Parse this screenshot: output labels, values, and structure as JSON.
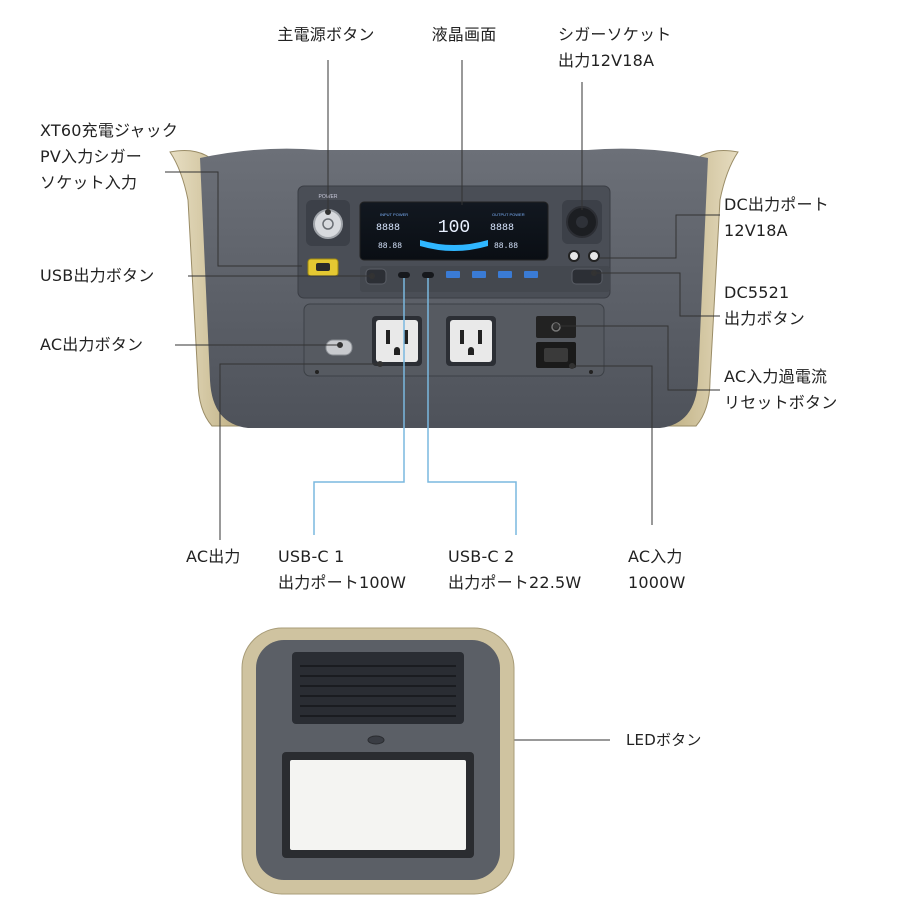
{
  "labels": {
    "main_power_button": "主電源ボタン",
    "lcd_screen": "液晶画面",
    "cigar_socket": {
      "line1": "シガーソケット",
      "line2": "出力12V18A"
    },
    "xt60_jack": {
      "line1": "XT60充電ジャック",
      "line2": "PV入力シガー",
      "line3": "ソケット入力"
    },
    "dc_output_port": {
      "line1": "DC出力ポート",
      "line2": "12V18A"
    },
    "usb_output_button": "USB出力ボタン",
    "dc5521_button": {
      "line1": "DC5521",
      "line2": "出力ボタン"
    },
    "ac_output_button": "AC出力ボタン",
    "ac_input_reset": {
      "line1": "AC入力過電流",
      "line2": "リセットボタン"
    },
    "ac_output": "AC出力",
    "usb_c1": {
      "line1": "USB-C 1",
      "line2": "出力ポート100W"
    },
    "usb_c2": {
      "line1": "USB-C 2",
      "line2": "出力ポート22.5W"
    },
    "ac_input": {
      "line1": "AC入力",
      "line2": "1000W"
    },
    "led_button": "LEDボタン"
  },
  "device": {
    "power_label": "POWER",
    "lcd_center": "100",
    "lcd_input": "8888",
    "lcd_output": "8888",
    "lcd_small_left": "88.88",
    "lcd_small_right": "88.88",
    "lcd_input_label": "INPUT POWER",
    "lcd_output_label": "OUTPUT POWER"
  },
  "colors": {
    "body": "#5c6068",
    "frame": "#c8bb96",
    "line": "#333333",
    "usb_c_line": "#7ab8df",
    "usb_port": "#3a7bd5"
  }
}
